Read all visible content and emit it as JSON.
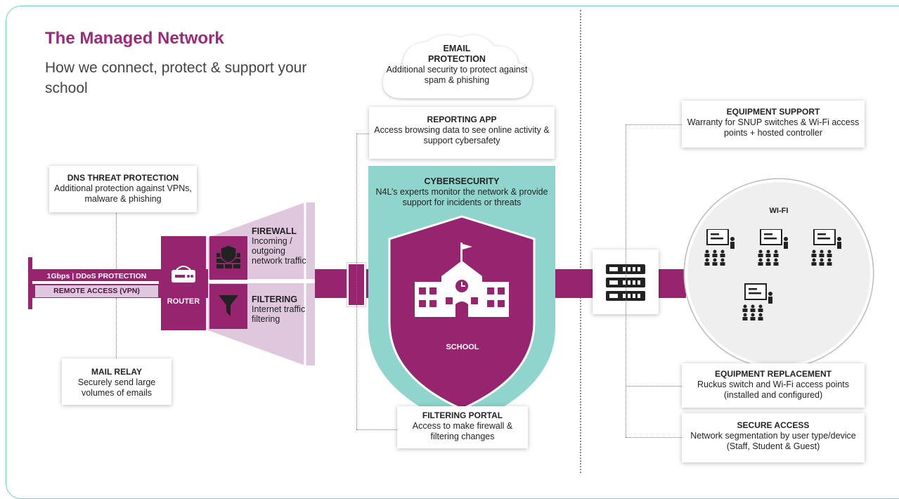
{
  "header": {
    "title": "The Managed Network",
    "subtitle": "How we connect, protect & support your school"
  },
  "left": {
    "dns": {
      "title": "DNS THREAT PROTECTION",
      "text": "Additional protection against VPNs, malware & phishing"
    },
    "mail": {
      "title": "MAIL RELAY",
      "text": "Securely send large volumes of emails"
    },
    "pipe_labels": [
      "1Gbps | DDoS PROTECTION",
      "REMOTE ACCESS (VPN)"
    ],
    "router_label": "ROUTER"
  },
  "funnel": {
    "firewall": {
      "title": "FIREWALL",
      "text": "Incoming / outgoing network traffic"
    },
    "filtering": {
      "title": "FILTERING",
      "text": "Internet traffic filtering"
    }
  },
  "center": {
    "email": {
      "title": "EMAIL PROTECTION",
      "text": "Additional security to protect against spam & phishing"
    },
    "reporting": {
      "title": "REPORTING APP",
      "text": "Access browsing data to see online activity & support cybersafety"
    },
    "cyber": {
      "title": "CYBERSECURITY",
      "text": "N4L’s experts monitor the network & provide support for incidents or threats"
    },
    "school_label": "SCHOOL",
    "portal": {
      "title": "FILTERING PORTAL",
      "text": "Access to make firewall & filtering changes"
    }
  },
  "right": {
    "equipment_support": {
      "title": "EQUIPMENT SUPPORT",
      "text": "Warranty for SNUP switches & Wi-Fi access points + hosted controller"
    },
    "wifi_label": "WI-FI",
    "equipment_replacement": {
      "title": "EQUIPMENT REPLACEMENT",
      "text": "Ruckus switch and Wi-Fi access points (installed and configured)"
    },
    "secure_access": {
      "title": "SECURE ACCESS",
      "text": "Network segmentation by user type/device (Staff, Student & Guest)"
    }
  },
  "icons": [
    "router-icon",
    "firewall-icon",
    "filter-icon",
    "cloud-icon",
    "shield-icon",
    "school-icon",
    "switch-icon",
    "classroom-icon"
  ],
  "colors": {
    "purple": "#97246f",
    "lilac": "#dfc7de",
    "teal": "#8fd5cd",
    "title": "#9c2a7c"
  }
}
